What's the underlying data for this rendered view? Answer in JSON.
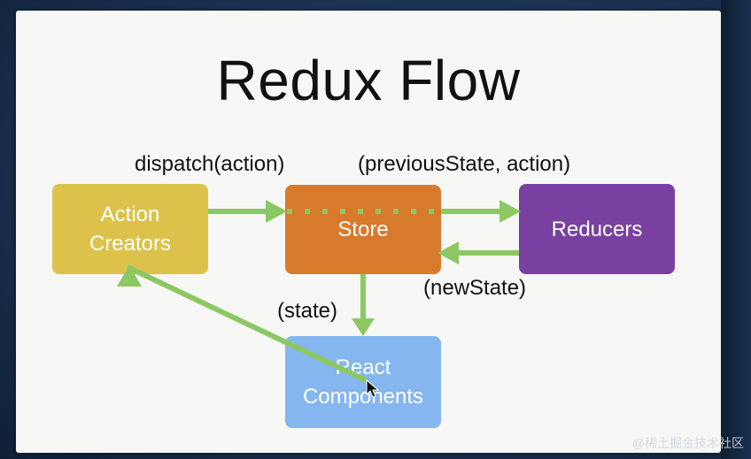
{
  "title": "Redux Flow",
  "boxes": {
    "action_creators": {
      "line1": "Action",
      "line2": "Creators",
      "color": "#dcc24b"
    },
    "store": {
      "label": "Store",
      "color": "#d87a2c"
    },
    "reducers": {
      "label": "Reducers",
      "color": "#7a40a1"
    },
    "react_components": {
      "line1": "React",
      "line2": "Components",
      "color": "#86b6ef"
    }
  },
  "labels": {
    "dispatch": "dispatch(action)",
    "previous_state": "(previousState, action)",
    "new_state": "(newState)",
    "state": "(state)"
  },
  "arrow_color": "#8cc862",
  "watermark": "@稀土掘金技术社区"
}
